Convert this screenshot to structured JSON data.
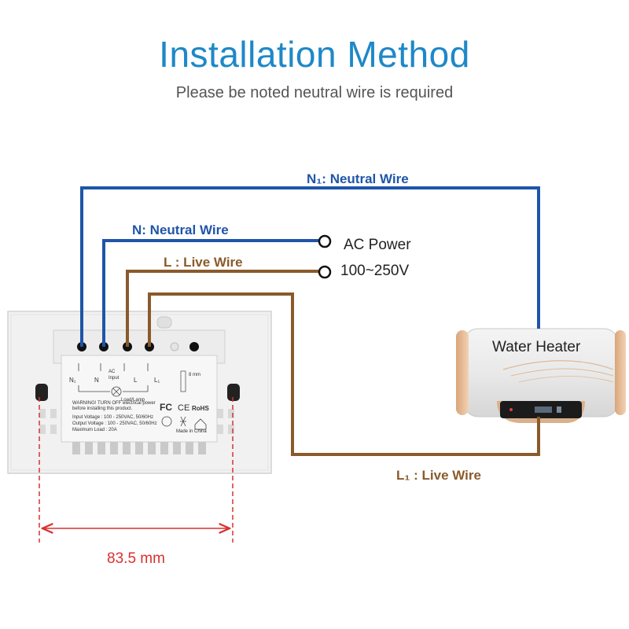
{
  "header": {
    "title": "Installation Method",
    "subtitle": "Please be noted neutral wire is required"
  },
  "wires": {
    "n1_label": "N₁: Neutral Wire",
    "n_label": "N: Neutral Wire",
    "l_label": "L : Live Wire",
    "l1_label": "L₁ : Live Wire"
  },
  "power": {
    "label": "AC Power",
    "voltage": "100~250V"
  },
  "heater": {
    "label": "Water Heater"
  },
  "switch_panel": {
    "terminal_n1": "N₁",
    "terminal_n": "N",
    "terminal_ac_input": "AC\nInput",
    "terminal_l": "L",
    "terminal_l1": "L₁",
    "load_label": "Load/Lamp",
    "warning_line1": "WARNING! TURN OFF electrical power",
    "warning_line2": "before installing this product.",
    "input_voltage": "Input Voltage : 100 - 250VAC, 50/60Hz",
    "output_voltage": "Output Voltage : 100 - 250VAC, 50/60Hz",
    "max_load": "Maximum Load : 20A",
    "made_in": "Made in China",
    "cert_fc": "FC",
    "cert_ce": "CE",
    "cert_rohs": "RoHS",
    "strip_mm": "8 mm"
  },
  "dimension": {
    "width_label": "83.5 mm"
  },
  "colors": {
    "title": "#1e88c8",
    "neutral_wire": "#1f55a8",
    "live_wire": "#8a5a2b",
    "dimension": "#d93030"
  }
}
